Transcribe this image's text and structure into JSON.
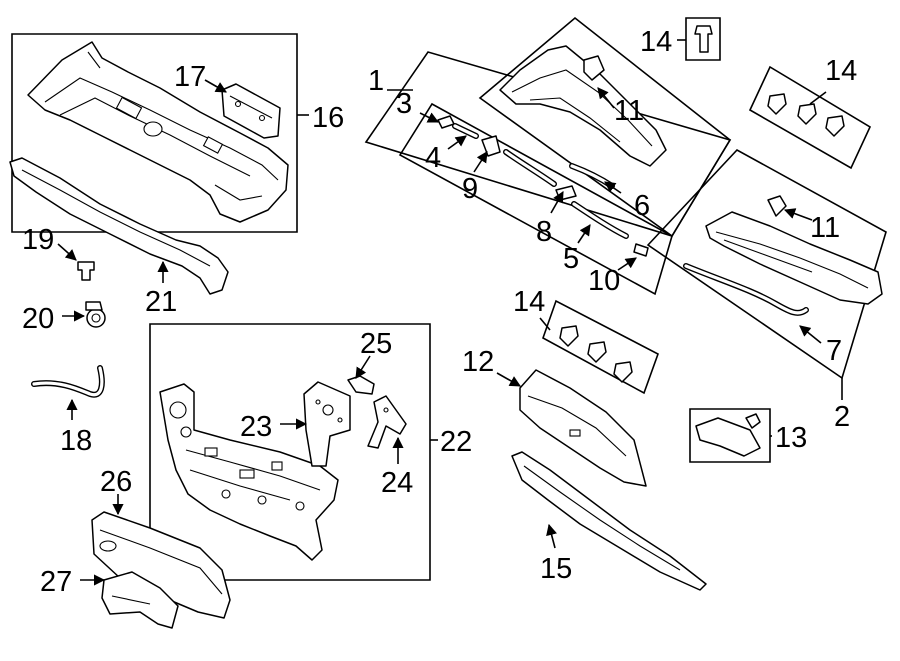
{
  "diagram": {
    "callouts": {
      "c1": "1",
      "c2": "2",
      "c3": "3",
      "c4": "4",
      "c5": "5",
      "c6": "6",
      "c7": "7",
      "c8": "8",
      "c9": "9",
      "c10": "10",
      "c11a": "11",
      "c11b": "11",
      "c12": "12",
      "c13": "13",
      "c14a": "14",
      "c14b": "14",
      "c14c": "14",
      "c15": "15",
      "c16": "16",
      "c17": "17",
      "c18": "18",
      "c19": "19",
      "c20": "20",
      "c21": "21",
      "c22": "22",
      "c23": "23",
      "c24": "24",
      "c25": "25",
      "c26": "26",
      "c27": "27"
    }
  }
}
